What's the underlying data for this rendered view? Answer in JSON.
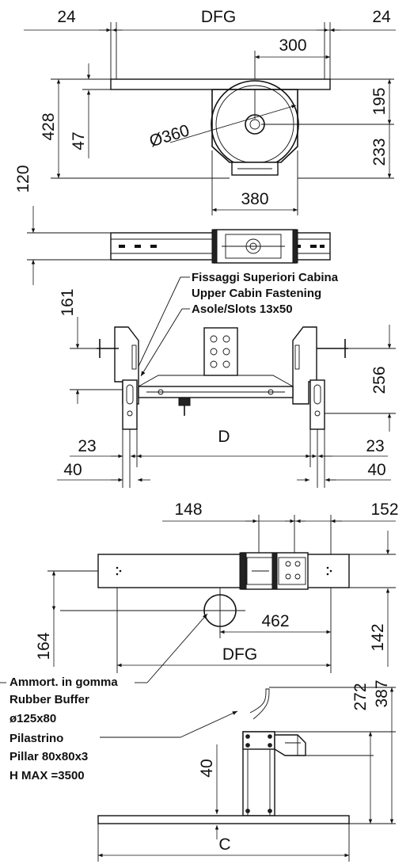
{
  "top_view": {
    "dim_left": "24",
    "dim_center": "DFG",
    "dim_right": "24",
    "dim_offset": "300",
    "dim_total_height": "428",
    "dim_plate": "47",
    "dim_upper": "195",
    "dim_lower": "233",
    "dim_diameter": "Ø360",
    "dim_width": "380"
  },
  "rail_view": {
    "dim_height": "120"
  },
  "bracket_view": {
    "label_line1": "Fissaggi Superiori Cabina",
    "label_line2": "Upper Cabin Fastening",
    "label_line3": "Asole/Slots 13x50",
    "dim_slot_height": "161",
    "dim_right_height": "256",
    "dim_left_inner": "23",
    "dim_left_outer": "40",
    "dim_center": "D",
    "dim_right_inner": "23",
    "dim_right_outer": "40"
  },
  "pit_plan": {
    "dim_top_left": "148",
    "dim_top_right": "152",
    "dim_left_height": "164",
    "dim_right_height": "142",
    "dim_offset": "462",
    "dim_width": "DFG"
  },
  "pit_side": {
    "label_buffer_it": "Ammort. in gomma",
    "label_buffer_en": "Rubber Buffer",
    "label_buffer_size": "ø125x80",
    "label_pillar_it": "Pilastrino",
    "label_pillar_en": "Pillar 80x80x3",
    "label_pillar_max": "H MAX =3500",
    "dim_inner_height": "272",
    "dim_total_height": "387",
    "dim_base": "40",
    "dim_width": "C"
  }
}
